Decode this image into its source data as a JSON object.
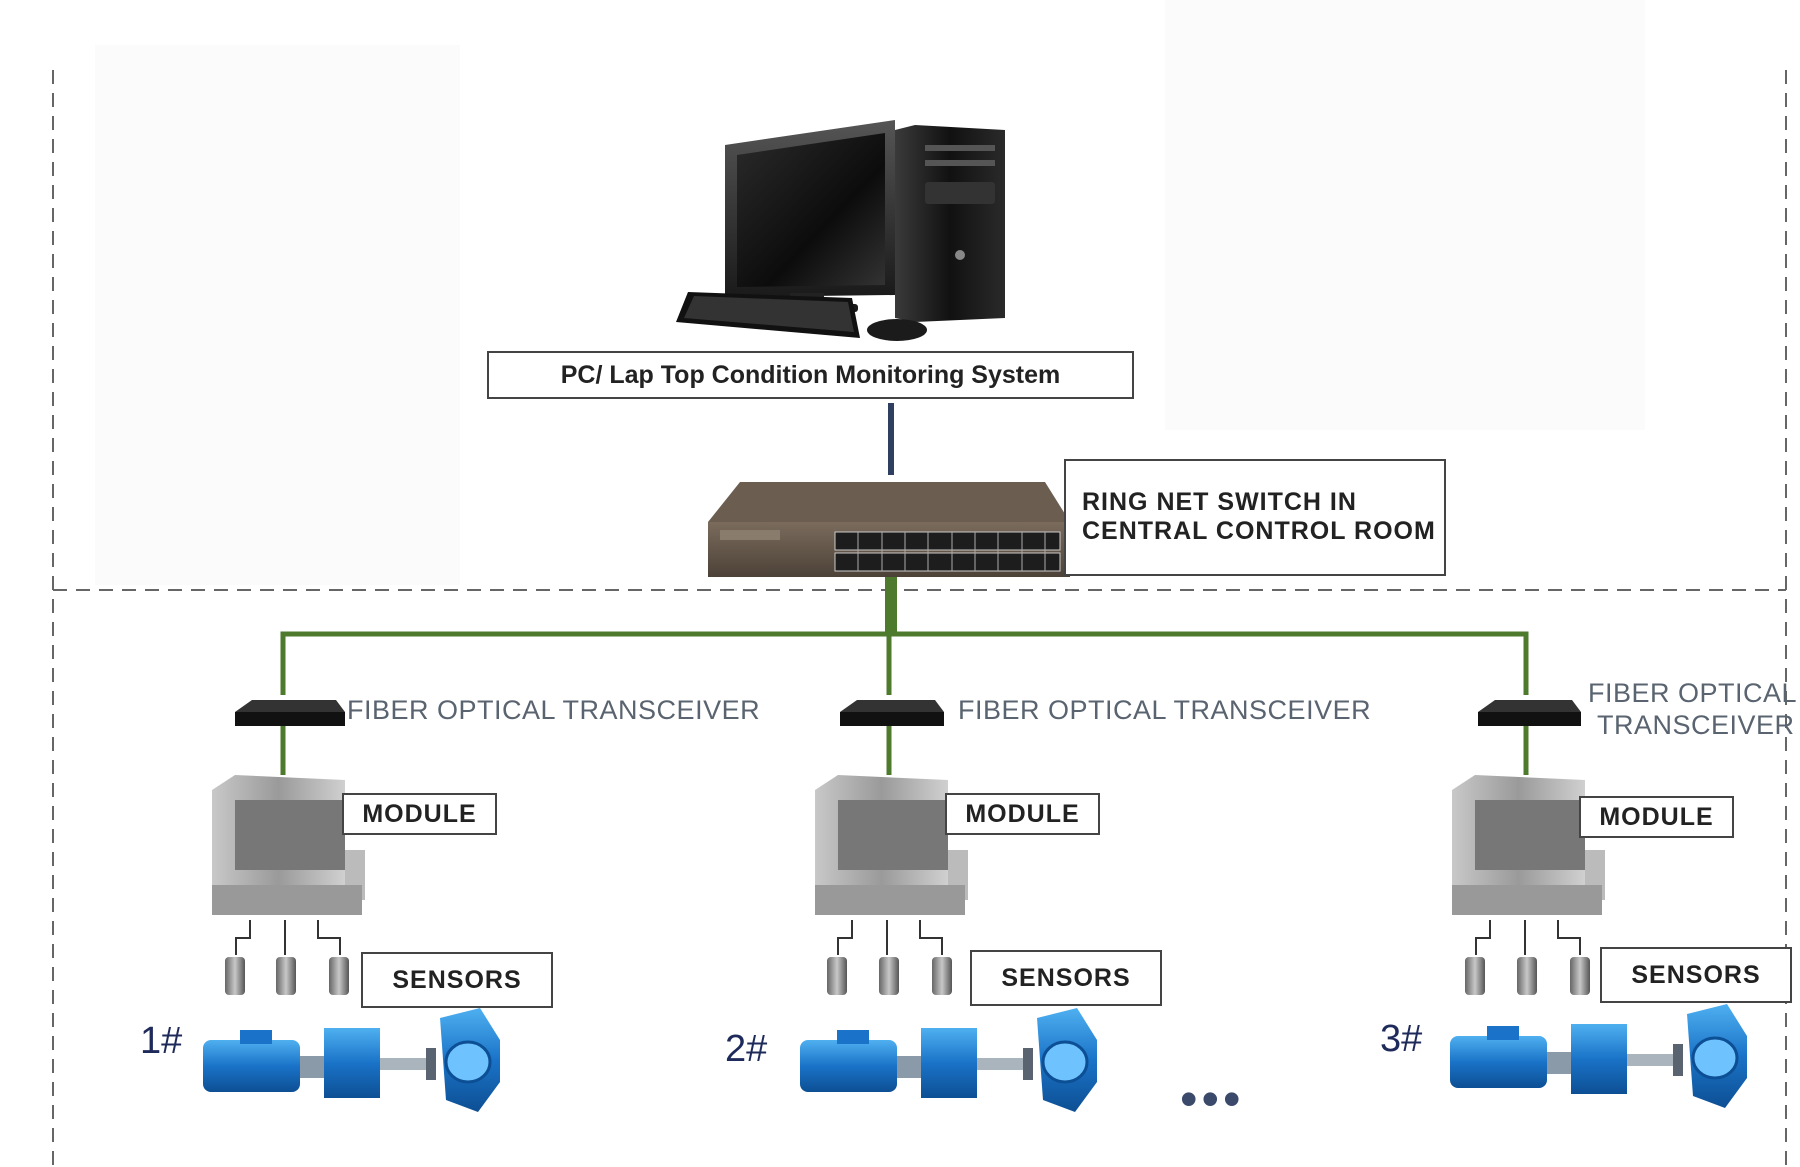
{
  "pc": {
    "label": "PC/ Lap Top Condition Monitoring System"
  },
  "switch": {
    "label_line1": "RING NET SWITCH IN",
    "label_line2": "CENTRAL CONTROL ROOM"
  },
  "branches": [
    {
      "transceiver_label": "FIBER OPTICAL TRANSCEIVER",
      "module_label": "MODULE",
      "sensors_label": "SENSORS",
      "machine_number": "1#"
    },
    {
      "transceiver_label": "FIBER OPTICAL TRANSCEIVER",
      "module_label": "MODULE",
      "sensors_label": "SENSORS",
      "machine_number": "2#"
    },
    {
      "transceiver_label_line1": "FIBER OPTICAL",
      "transceiver_label_line2": "TRANSCEIVER",
      "module_label": "MODULE",
      "sensors_label": "SENSORS",
      "machine_number": "3#"
    }
  ],
  "more_indicator": "•••",
  "colors": {
    "network_line": "#4d7a2d",
    "pc_link": "#2f3f5f",
    "machine_blue": "#1a73c8",
    "border": "#444444"
  }
}
